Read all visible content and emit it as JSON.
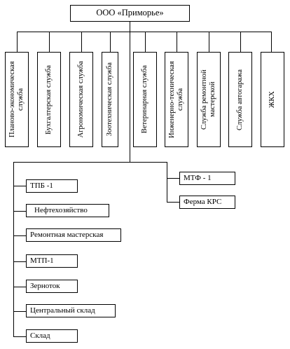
{
  "root": "ООО «Приморье»",
  "services": [
    "Планово-экономическая служба",
    "Бухгалтерская служба",
    "Агрономическая служба",
    "Зоотехническая служба",
    "Ветеринарная служба",
    "Инженерно-техническая служба",
    "Служба ремонтной мастерской",
    "Служба автогаража",
    "ЖКХ"
  ],
  "left_units": [
    "ТПБ -1",
    "Нефтехозяйство",
    "Ремонтная мастерская",
    "МТП-1",
    "Зерноток",
    "Центральный склад",
    "Склад"
  ],
  "right_units": [
    "МТФ - 1",
    "Ферма КРС"
  ]
}
